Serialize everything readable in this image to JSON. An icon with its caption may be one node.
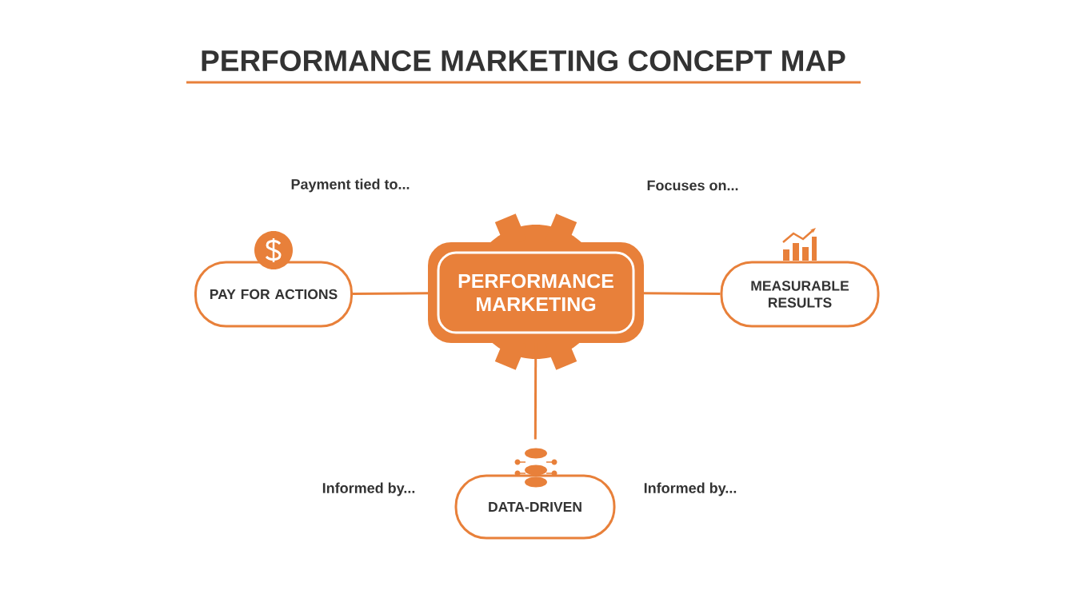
{
  "diagram": {
    "title": "PERFORMANCE MARKETING CONCEPT MAP",
    "nodes": [
      {
        "text": [
          "PERFORMANCE MARKETING"
        ]
      },
      {
        "text": [
          "PAY FOR ACTIONS"
        ]
      },
      {
        "text": [
          "MEASURABLE RESULTS"
        ]
      },
      {
        "text": [
          "DATA-DRIVEN"
        ]
      }
    ],
    "edges": [
      {
        "from": 0,
        "to": 1,
        "arrow": "none"
      },
      {
        "from": 0,
        "to": 2,
        "arrow": "none"
      },
      {
        "from": 0,
        "to": 3,
        "arrow": "none"
      }
    ],
    "labels": [
      "Payment tied to...",
      "Focuses on...",
      "Informed by...",
      "Informed by..."
    ]
  }
}
